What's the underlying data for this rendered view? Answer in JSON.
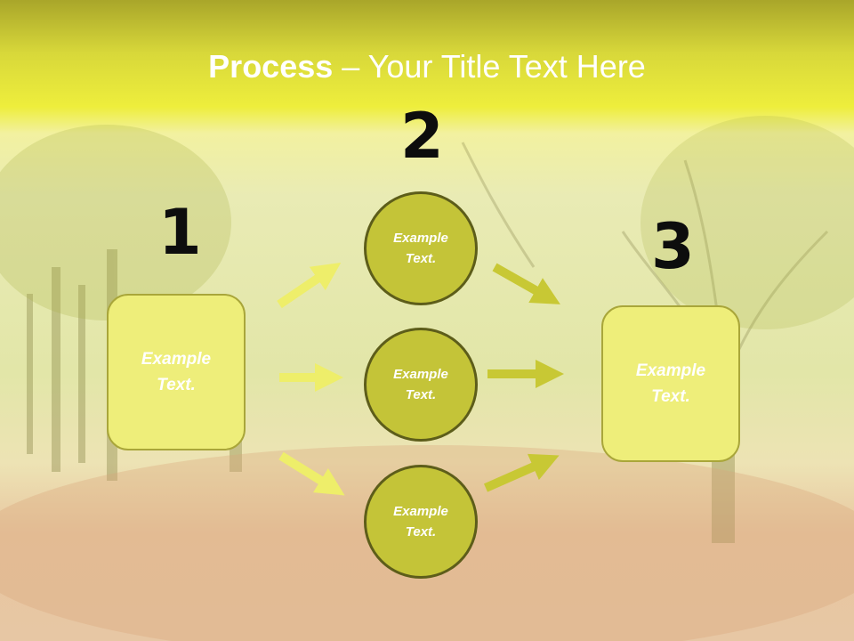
{
  "title": {
    "bold": "Process",
    "rest": " – Your Title Text Here"
  },
  "steps": [
    {
      "number": "1",
      "text": "Example Text."
    },
    {
      "number": "2",
      "items": [
        "Example Text.",
        "Example Text.",
        "Example Text."
      ]
    },
    {
      "number": "3",
      "text": "Example Text."
    }
  ],
  "colors": {
    "box_fill": "#eeee7a",
    "circle_fill": "#c4c438",
    "arrow_light": "#eeee6a",
    "arrow_dark": "#c8c834"
  }
}
